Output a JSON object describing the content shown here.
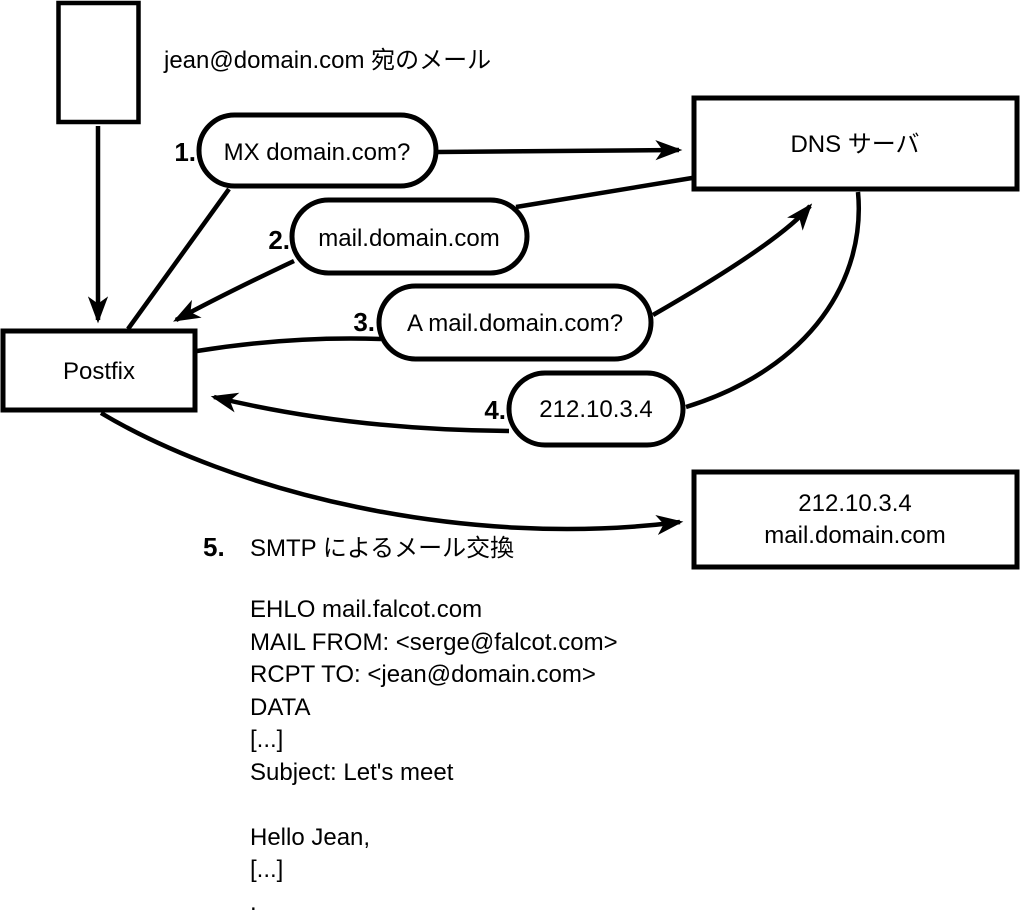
{
  "diagram": {
    "note": "jean@domain.com 宛のメール",
    "nodes": {
      "postfix": {
        "label": "Postfix"
      },
      "dns_server": {
        "label": "DNS サーバ"
      },
      "mail_server": {
        "line1": "212.10.3.4",
        "line2": "mail.domain.com"
      }
    },
    "steps": [
      {
        "number": "1.",
        "label": "MX domain.com?"
      },
      {
        "number": "2.",
        "label": "mail.domain.com"
      },
      {
        "number": "3.",
        "label": "A mail.domain.com?"
      },
      {
        "number": "4.",
        "label": "212.10.3.4"
      },
      {
        "number": "5.",
        "label": "SMTP によるメール交換"
      }
    ],
    "smtp_session": {
      "lines": [
        "EHLO mail.falcot.com",
        "MAIL FROM: <serge@falcot.com>",
        "RCPT TO: <jean@domain.com>",
        "DATA",
        "[...]",
        "Subject: Let's meet",
        "",
        "Hello Jean,",
        "[...]",
        "."
      ]
    },
    "colors": {
      "stroke": "#000000",
      "background": "#ffffff"
    }
  }
}
